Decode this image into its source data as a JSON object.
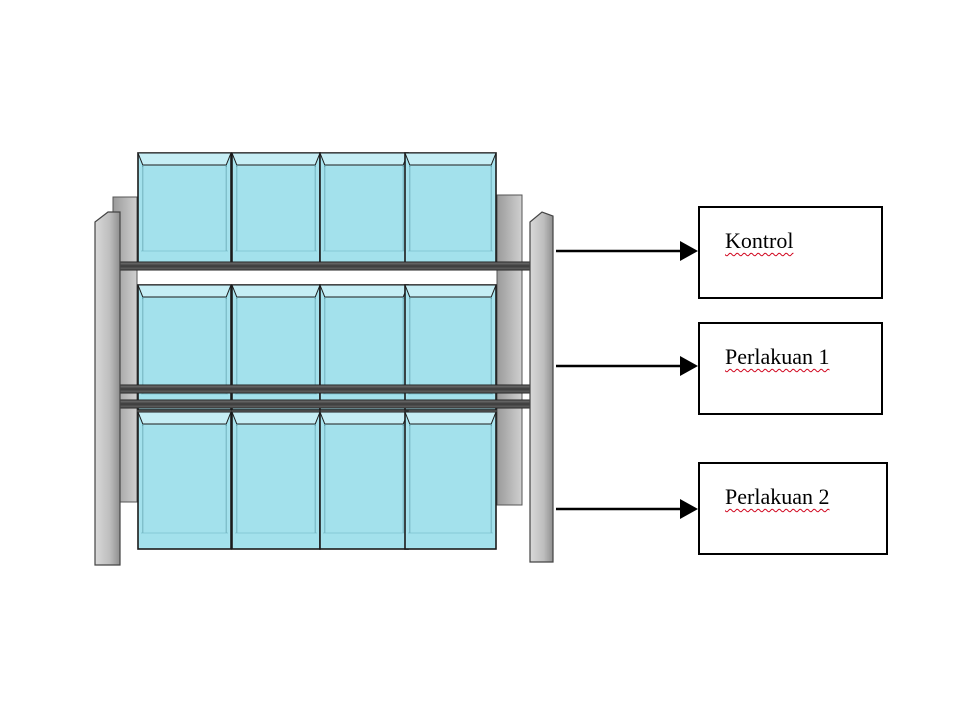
{
  "diagram": {
    "rack": {
      "shelves": 3,
      "tanks_per_shelf": 4,
      "colors": {
        "tank_fill": "#a7e3ee",
        "tank_front": "#9fdde9",
        "tank_outline": "#1b1b1b",
        "post_fill": "#bdbdbd",
        "post_shade": "#8f8f8f",
        "bar_fill": "#4b4b4b"
      }
    },
    "labels": [
      {
        "text": "Kontrol"
      },
      {
        "text": "Perlakuan 1"
      },
      {
        "text": "Perlakuan 2"
      }
    ]
  }
}
